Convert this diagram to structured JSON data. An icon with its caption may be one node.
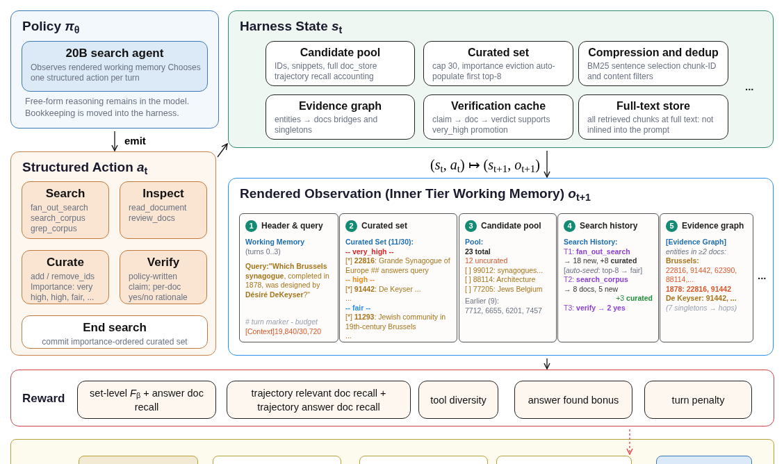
{
  "diagram": {
    "nodes": [
      {
        "text": [
          "Policy *π*$_{θ}$",
          "Free-form reasoning remains in the model. Bookkeeping is moved into the harness."
        ]
      },
      {
        "text": [
          "20B search agent",
          "Observes rendered working memory Chooses one structured action per turn"
        ],
        "in": 0
      },
      {
        "text": [
          "Structured Action *a*$_{t}$"
        ]
      },
      {
        "text": [
          "Search",
          "fan_out_search search_corpus grep_corpus"
        ],
        "in": 2
      },
      {
        "text": [
          "Inspect",
          "read_document review_docs"
        ],
        "in": 2
      },
      {
        "text": [
          "Curate",
          "add / remove_ids Importance: very high, high, fair, ..."
        ],
        "in": 2
      },
      {
        "text": [
          "Verify",
          "policy-written claim; per-doc yes/no rationale"
        ],
        "in": 2
      },
      {
        "text": [
          "End search",
          "commit importance-ordered curated set"
        ],
        "in": 2
      },
      {
        "text": [
          "Harness State *s*$_{t}$"
        ]
      },
      {
        "text": [
          "Candidate pool",
          "IDs, snippets, full doc_store trajectory recall accounting"
        ],
        "in": 8
      },
      {
        "text": [
          "Curated set",
          "cap 30, importance eviction auto-populate first top-8"
        ],
        "in": 8
      },
      {
        "text": [
          "Compression and dedup",
          "BM25 sentence selection chunk-ID and content filters"
        ],
        "in": 8
      },
      {
        "text": [
          "Evidence graph",
          "entities → docs bridges and singletons"
        ],
        "in": 8
      },
      {
        "text": [
          "Verification cache",
          "claim → doc → verdict supports very_high promotion"
        ],
        "in": 8
      },
      {
        "text": [
          "Full-text store",
          "all retrieved chunks at full text: not inlined into the prompt"
        ],
        "in": 8
      },
      {
        "text": [
          "Rendered Observation (Inner Tier Working Memory) *o*$_{t+1}$"
        ]
      },
      {
        "text": [
          "1",
          "Header & query",
          "Working Memory",
          "(turns 0..3)",
          "**Query:\"Which Brussels synagogue**, completed in 1878, was designed by **Désiré DeKeyser**?\"",
          "# turn marker - budget",
          "[Context]19,840/30,720"
        ],
        "in": 15
      },
      {
        "text": [
          "2",
          "Curated set",
          "Curated Set (11/30):",
          "-- very_high --",
          "[*] **22816**: Grande Synagogue of Europe ## answers query",
          "-- high --",
          "[*] **91442**: De Keyser ...",
          "...",
          "-- fair --",
          "[*] **11293**: Jewish community in 19th-century Brussels",
          "..."
        ],
        "in": 15
      },
      {
        "text": [
          "3",
          "Candidate pool",
          "Pool:",
          "23 total",
          "12 uncurated",
          "[ ] 99012: synagogues...",
          "[ ] 88114: Architecture",
          "[ ] 77205: Jews Belgium",
          "Earlier (9):",
          "7712, 6655, 6201, 7457"
        ],
        "in": 15
      },
      {
        "text": [
          "4",
          "Search history",
          "Search History:",
          "T1: **fan_out_search**",
          "→ 18 new, +8 **curated**",
          "[*auto-seed*: top-8 → fair]",
          "T2: **search_corpus**",
          "→ 8 docs, 5 new",
          "+3 **curated**",
          "T3: **verify** → **2 yes**"
        ],
        "in": 15
      },
      {
        "text": [
          "5",
          "Evidence graph",
          "[Evidence Graph]",
          "entities in ≥2 docs:",
          "Brussels:",
          "22816, 91442, 62390, 88114,...",
          "1878: 22816, 91442",
          "De Keyser: 91442, ...",
          "(7 singletons → hops)"
        ],
        "in": 15
      },
      {
        "text": [
          "Reward"
        ]
      },
      {
        "text": [
          "set-level *F*$_{β}$ + answer doc recall"
        ],
        "in": 21
      },
      {
        "text": [
          "trajectory relevant doc recall + trajectory answer doc recall"
        ],
        "in": 21
      },
      {
        "text": [
          "tool diversity"
        ],
        "in": 21
      },
      {
        "text": [
          "answer found bonus"
        ],
        "in": 21
      },
      {
        "text": [
          "turn penalty"
        ],
        "in": 21
      },
      {
        "text": [],
        "shape": "box"
      },
      {
        "text": [],
        "shape": "box",
        "in": 27
      },
      {
        "text": [],
        "shape": "box",
        "in": 27
      },
      {
        "text": [],
        "shape": "box",
        "in": 27
      },
      {
        "text": [],
        "shape": "box",
        "in": 27
      },
      {
        "text": [],
        "shape": "box",
        "in": 27
      }
    ],
    "edges": [
      {
        "from": 0,
        "to": 2,
        "arrow": "to",
        "label": "emit"
      },
      {
        "from": 2,
        "to": 8,
        "arrow": "to"
      },
      {
        "from": 8,
        "to": 15,
        "arrow": "to",
        "label": "(*s*$_{t}$, *a*$_{t}$) ↦ (*s*$_{t+1}$, *o*$_{t+1}$)"
      },
      {
        "from": 15,
        "to": 21,
        "arrow": "to"
      },
      {
        "from": 21,
        "to": 31,
        "arrow": "to",
        "style": "dashed",
        "color": "#d9434b"
      }
    ],
    "labels": [
      "...",
      "..."
    ]
  }
}
